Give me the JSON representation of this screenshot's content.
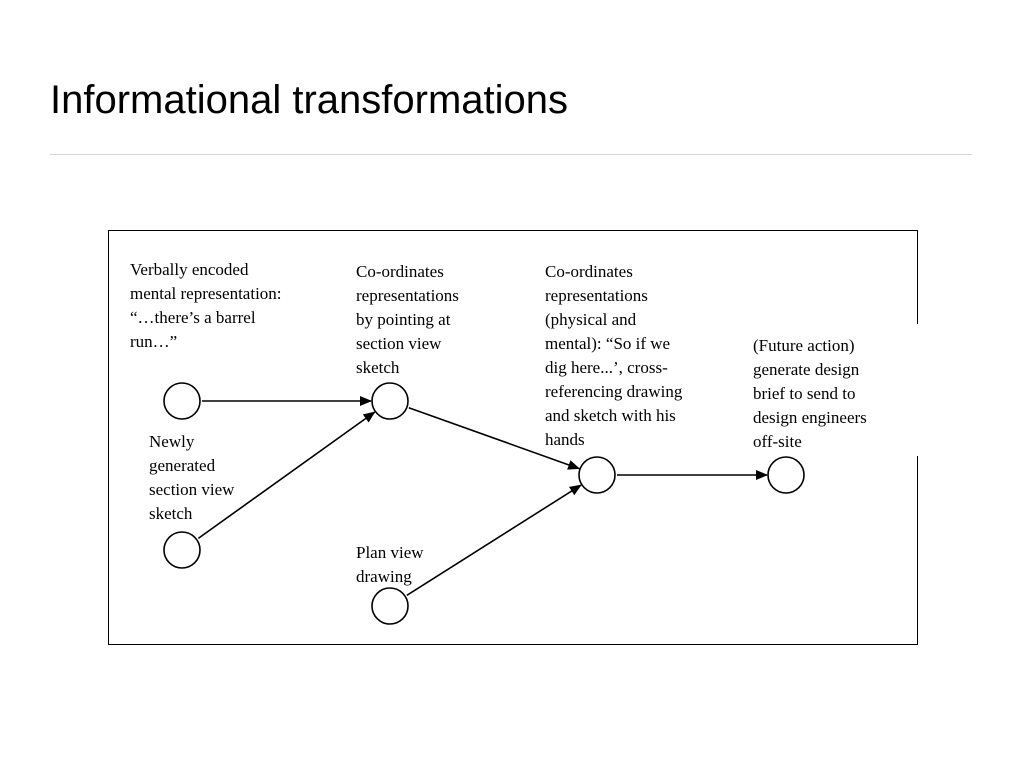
{
  "slide": {
    "title": "Informational transformations"
  },
  "diagram": {
    "labels": {
      "verbal": "Verbally encoded\nmental representation:\n“…there’s a barrel\nrun…”",
      "section_sketch": "Newly\ngenerated\nsection view\nsketch",
      "coord1": "Co-ordinates\nrepresentations\nby pointing at\nsection view\nsketch",
      "plan": "Plan view\ndrawing",
      "coord2": "Co-ordinates\nrepresentations\n(physical and\nmental): “So if we\ndig here...’, cross-\nreferencing drawing\nand sketch with his\nhands",
      "future": "(Future action)\ngenerate design\nbrief to send to\ndesign engineers\noff-site"
    },
    "nodes": [
      "verbal",
      "section_sketch",
      "coord1",
      "plan",
      "coord2",
      "future"
    ],
    "edges": [
      {
        "from": "verbal",
        "to": "coord1"
      },
      {
        "from": "section_sketch",
        "to": "coord1"
      },
      {
        "from": "coord1",
        "to": "coord2"
      },
      {
        "from": "plan",
        "to": "coord2"
      },
      {
        "from": "coord2",
        "to": "future"
      }
    ]
  }
}
